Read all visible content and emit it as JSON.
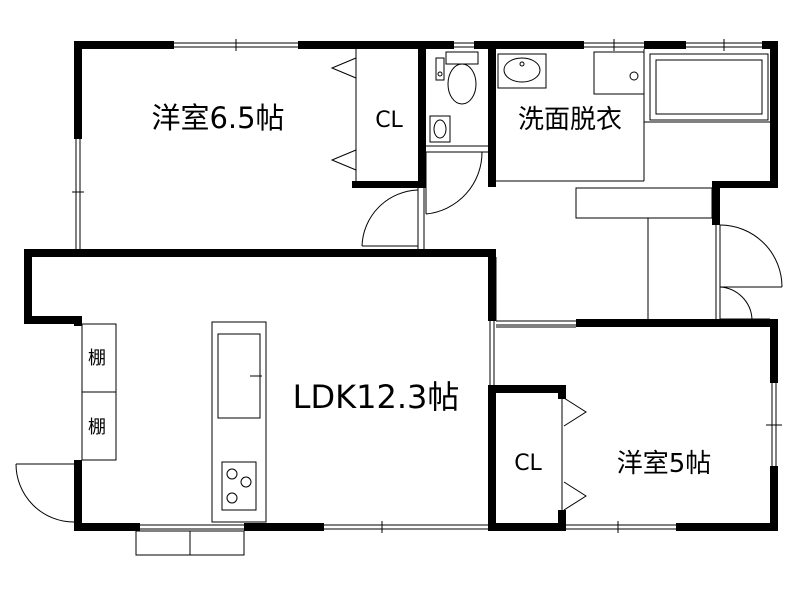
{
  "rooms": {
    "western_room_1": "洋室6.5帖",
    "closet_1": "CL",
    "washroom": "洗面脱衣",
    "ldk": "LDK12.3帖",
    "shelf_1": "棚",
    "shelf_2": "棚",
    "closet_2": "CL",
    "western_room_2": "洋室5帖"
  }
}
